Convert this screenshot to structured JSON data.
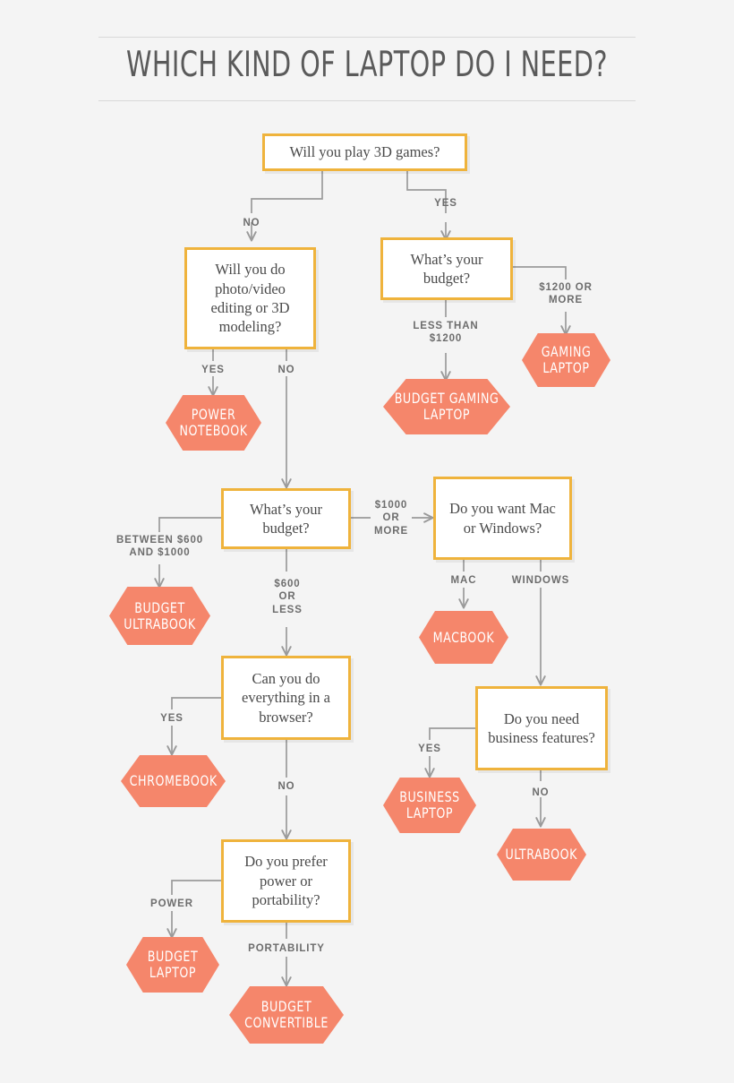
{
  "page": {
    "title": "WHICH KIND OF LAPTOP DO I NEED?",
    "background_color": "#f4f4f4",
    "rule_color": "#d8d8d8"
  },
  "theme": {
    "decision_border_color": "#efb33c",
    "decision_fill_color": "#ffffff",
    "decision_text_color": "#4a4a4a",
    "terminal_fill_color": "#f5866b",
    "terminal_text_color": "#ffffff",
    "connector_color": "#9a9a9a",
    "edge_label_color": "#6d6d6d",
    "title_color": "#5a5a5a"
  },
  "chart_data": {
    "type": "diagram",
    "title": "WHICH KIND OF LAPTOP DO I NEED?",
    "nodes": [
      {
        "id": "q_3d_games",
        "kind": "decision",
        "label": "Will you play 3D games?"
      },
      {
        "id": "q_editing",
        "kind": "decision",
        "label": "Will you do photo/video editing or 3D modeling?"
      },
      {
        "id": "q_budget_gaming",
        "kind": "decision",
        "label": "What’s your budget?"
      },
      {
        "id": "q_budget_main",
        "kind": "decision",
        "label": "What’s your budget?"
      },
      {
        "id": "q_mac_windows",
        "kind": "decision",
        "label": "Do you want Mac or Windows?"
      },
      {
        "id": "q_browser",
        "kind": "decision",
        "label": "Can you do everything in a browser?"
      },
      {
        "id": "q_power_port",
        "kind": "decision",
        "label": "Do you prefer power or portability?"
      },
      {
        "id": "q_business",
        "kind": "decision",
        "label": "Do you need business features?"
      },
      {
        "id": "t_gaming_laptop",
        "kind": "terminal",
        "label": "GAMING LAPTOP"
      },
      {
        "id": "t_budget_gaming_laptop",
        "kind": "terminal",
        "label": "BUDGET GAMING LAPTOP"
      },
      {
        "id": "t_power_notebook",
        "kind": "terminal",
        "label": "POWER NOTEBOOK"
      },
      {
        "id": "t_budget_ultrabook",
        "kind": "terminal",
        "label": "BUDGET ULTRABOOK"
      },
      {
        "id": "t_macbook",
        "kind": "terminal",
        "label": "MACBOOK"
      },
      {
        "id": "t_chromebook",
        "kind": "terminal",
        "label": "CHROMEBOOK"
      },
      {
        "id": "t_business_laptop",
        "kind": "terminal",
        "label": "BUSINESS LAPTOP"
      },
      {
        "id": "t_ultrabook",
        "kind": "terminal",
        "label": "ULTRABOOK"
      },
      {
        "id": "t_budget_laptop",
        "kind": "terminal",
        "label": "BUDGET LAPTOP"
      },
      {
        "id": "t_budget_convertible",
        "kind": "terminal",
        "label": "BUDGET CONVERTIBLE"
      }
    ],
    "edges": [
      {
        "from": "q_3d_games",
        "to": "q_editing",
        "label": "NO"
      },
      {
        "from": "q_3d_games",
        "to": "q_budget_gaming",
        "label": "YES"
      },
      {
        "from": "q_budget_gaming",
        "to": "t_budget_gaming_laptop",
        "label": "LESS THAN $1200"
      },
      {
        "from": "q_budget_gaming",
        "to": "t_gaming_laptop",
        "label": "$1200 OR MORE"
      },
      {
        "from": "q_editing",
        "to": "t_power_notebook",
        "label": "YES"
      },
      {
        "from": "q_editing",
        "to": "q_budget_main",
        "label": "NO"
      },
      {
        "from": "q_budget_main",
        "to": "t_budget_ultrabook",
        "label": "BETWEEN $600 AND $1000"
      },
      {
        "from": "q_budget_main",
        "to": "q_mac_windows",
        "label": "$1000 OR MORE"
      },
      {
        "from": "q_budget_main",
        "to": "q_browser",
        "label": "$600 OR LESS"
      },
      {
        "from": "q_mac_windows",
        "to": "t_macbook",
        "label": "MAC"
      },
      {
        "from": "q_mac_windows",
        "to": "q_business",
        "label": "WINDOWS"
      },
      {
        "from": "q_business",
        "to": "t_business_laptop",
        "label": "YES"
      },
      {
        "from": "q_business",
        "to": "t_ultrabook",
        "label": "NO"
      },
      {
        "from": "q_browser",
        "to": "t_chromebook",
        "label": "YES"
      },
      {
        "from": "q_browser",
        "to": "q_power_port",
        "label": "NO"
      },
      {
        "from": "q_power_port",
        "to": "t_budget_laptop",
        "label": "POWER"
      },
      {
        "from": "q_power_port",
        "to": "t_budget_convertible",
        "label": "PORTABILITY"
      }
    ]
  },
  "decisions": {
    "q_3d_games": "Will you play 3D games?",
    "q_editing": "Will you do photo/video editing or 3D modeling?",
    "q_budget_gaming": "What’s your budget?",
    "q_budget_main": "What’s your budget?",
    "q_mac_windows": "Do you want Mac or Windows?",
    "q_browser": "Can you do everything in a browser?",
    "q_power_port": "Do you prefer power or portability?",
    "q_business": "Do you need business features?"
  },
  "terminals": {
    "gaming_laptop": "GAMING LAPTOP",
    "budget_gaming_laptop": "BUDGET GAMING LAPTOP",
    "power_notebook": "POWER NOTEBOOK",
    "budget_ultrabook": "BUDGET ULTRABOOK",
    "macbook": "MACBOOK",
    "chromebook": "CHROMEBOOK",
    "business_laptop": "BUSINESS LAPTOP",
    "ultrabook": "ULTRABOOK",
    "budget_laptop": "BUDGET LAPTOP",
    "budget_convertible": "BUDGET CONVERTIBLE"
  },
  "edge_labels": {
    "no_3d": "NO",
    "yes_3d": "YES",
    "less_than_1200": "LESS THAN\n$1200",
    "or_more_1200": "$1200 OR\nMORE",
    "yes_editing": "YES",
    "no_editing": "NO",
    "between_600_1000": "BETWEEN $600\nAND $1000",
    "or_more_1000": "$1000\nOR\nMORE",
    "or_less_600": "$600\nOR\nLESS",
    "mac": "MAC",
    "windows": "WINDOWS",
    "yes_business": "YES",
    "no_business": "NO",
    "yes_browser": "YES",
    "no_browser": "NO",
    "power": "POWER",
    "portability": "PORTABILITY"
  }
}
